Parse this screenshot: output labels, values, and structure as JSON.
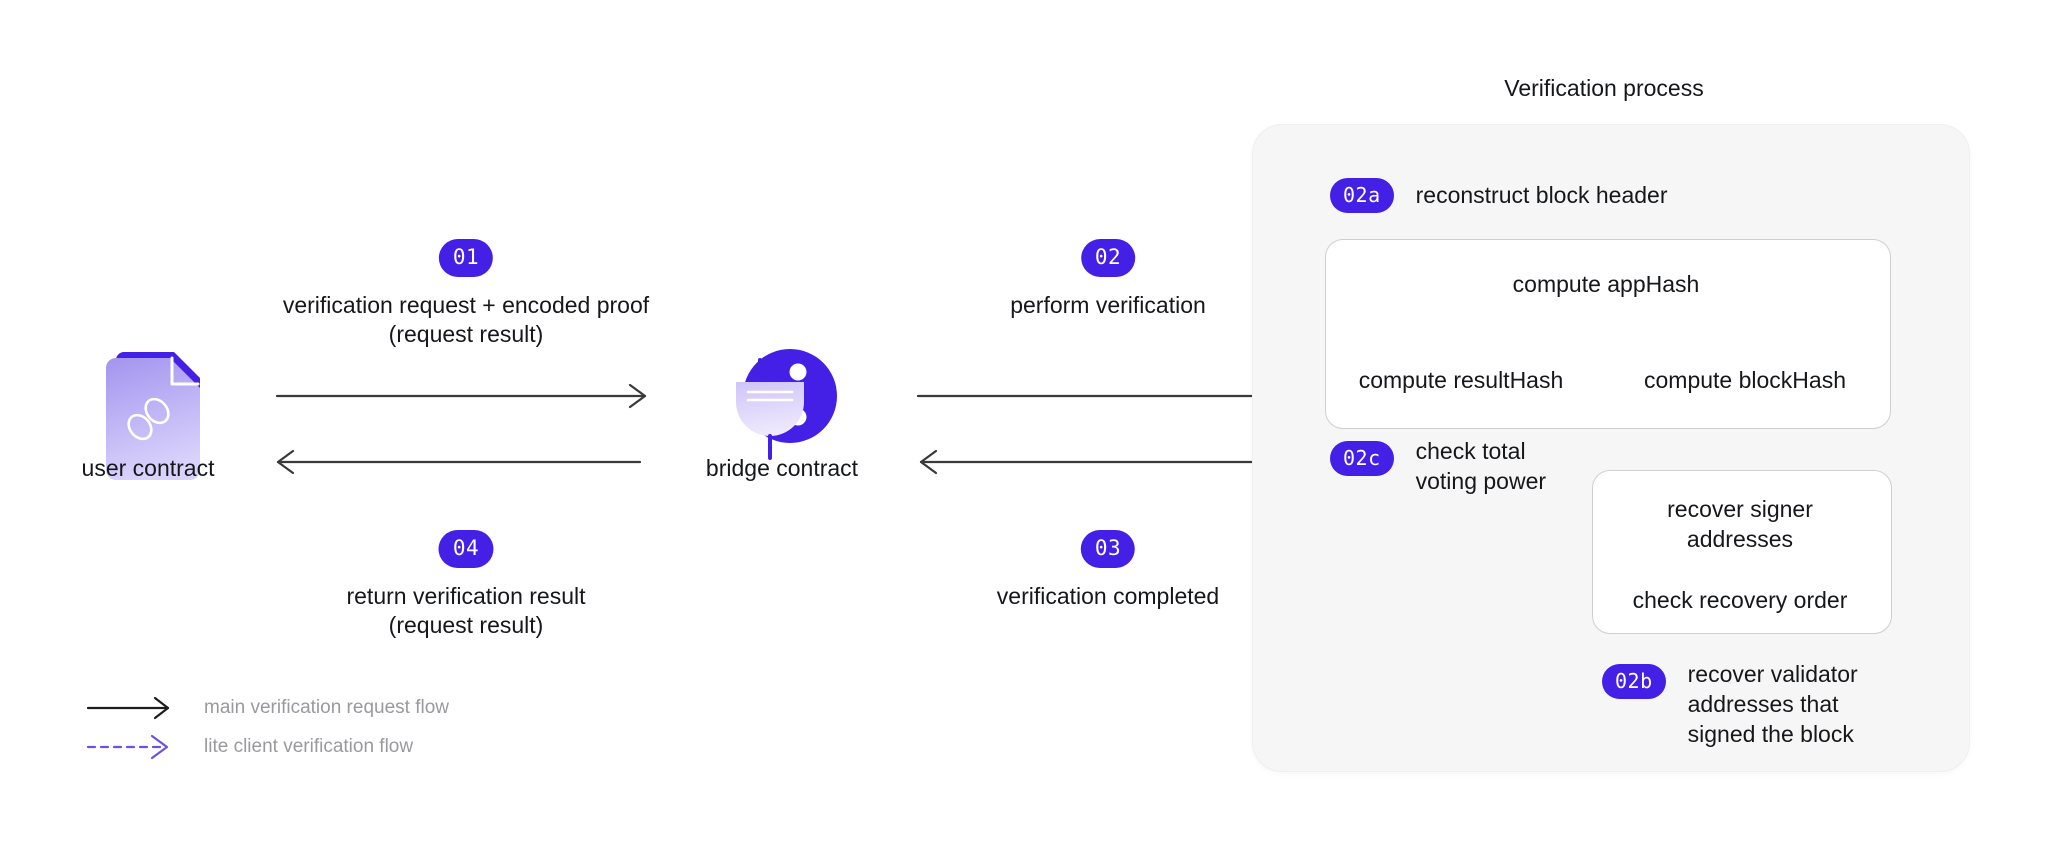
{
  "colors": {
    "badge_purple": "#4420e6",
    "dashed_purple": "#7f6ce8",
    "arrow_gray": "#3a3a3a",
    "panel_bg": "#f6f6f6",
    "panel_border": "#efefef",
    "inner_box_border": "#cfcfcf",
    "text": "#16171b",
    "legend_text": "#9a9a9e",
    "icon_dark": "#4420e6",
    "icon_light_top": "#b8aaf2",
    "icon_light_bottom": "#ddd6fb"
  },
  "nodes": {
    "user_contract": {
      "label": "user contract",
      "icon": "document-link-icon"
    },
    "bridge_contract": {
      "label": "bridge contract",
      "icon": "plug-circle-icon"
    }
  },
  "steps": [
    {
      "id": "01",
      "badge": "01",
      "caption": "verification request + encoded proof\n(request result)"
    },
    {
      "id": "02",
      "badge": "02",
      "caption": "perform verification"
    },
    {
      "id": "03",
      "badge": "03",
      "caption": "verification completed"
    },
    {
      "id": "04",
      "badge": "04",
      "caption": "return verification result\n(request result)"
    }
  ],
  "panel": {
    "title": "Verification process",
    "steps": [
      {
        "id": "02a",
        "badge": "02a",
        "text": "reconstruct block header"
      },
      {
        "id": "02c",
        "badge": "02c",
        "text": "check total\nvoting power"
      },
      {
        "id": "02b",
        "badge": "02b",
        "text": "recover validator\naddresses that\nsigned the block"
      }
    ],
    "boxes": [
      {
        "id": "hash-box",
        "items": {
          "top": "compute appHash",
          "bottom_left": "compute resultHash",
          "bottom_right": "compute blockHash"
        }
      },
      {
        "id": "recovery-box",
        "items": {
          "top": "recover signer\naddresses",
          "bottom": "check recovery order"
        }
      }
    ]
  },
  "legend": [
    {
      "id": "main-flow",
      "style": "solid-black-arrow",
      "label": "main verification request flow"
    },
    {
      "id": "lite-client-flow",
      "style": "dashed-purple-arrow",
      "label": "lite client verification flow"
    }
  ]
}
